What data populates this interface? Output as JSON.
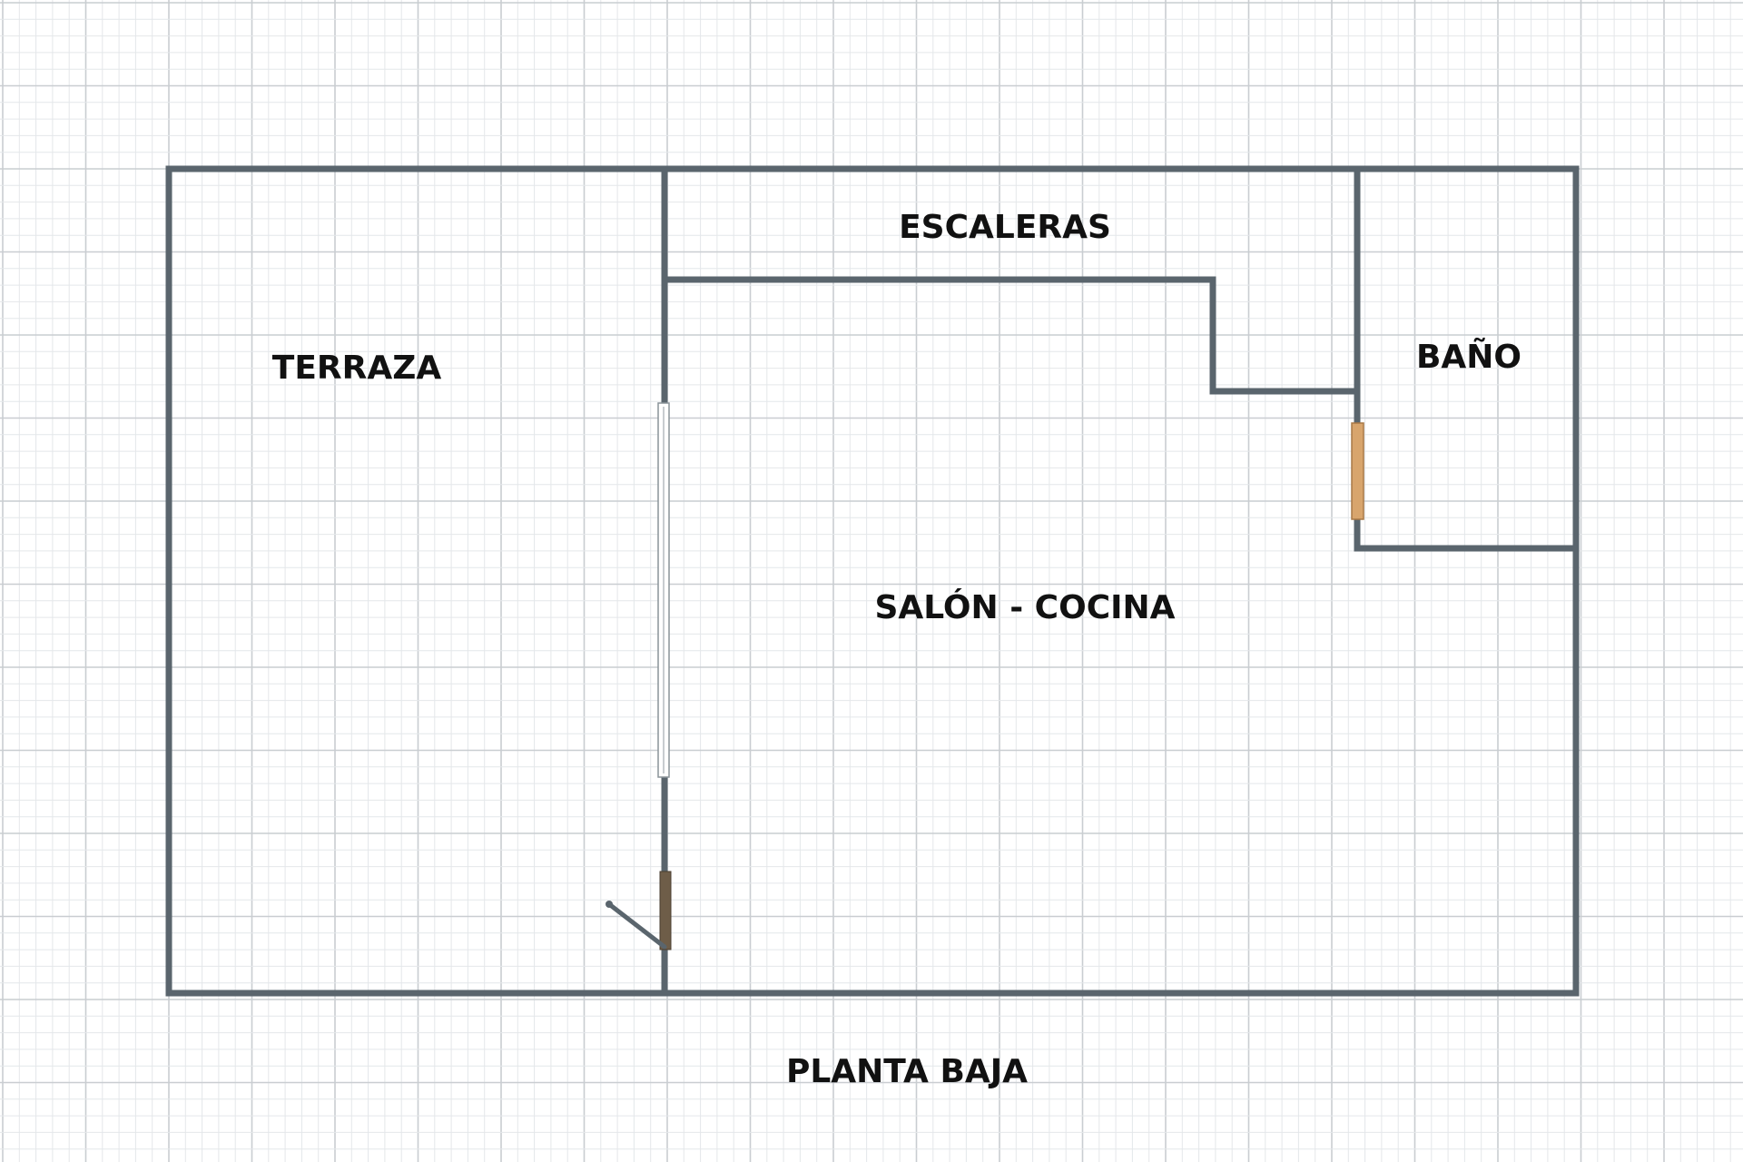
{
  "diagram": {
    "labels": {
      "terraza": "TERRAZA",
      "escaleras": "ESCALERAS",
      "bano": "BAÑO",
      "salon_cocina": "SALÓN - COCINA",
      "plan_title": "PLANTA BAJA"
    },
    "colors": {
      "background": "#ffffff",
      "grid_minor": "#e4e7ea",
      "grid_major": "#c9cdd1",
      "wall": "#5a656d",
      "door_wood_dark": "#6e5d48",
      "door_wood_light": "#d8a56d",
      "window_glass": "#ffffff"
    }
  }
}
